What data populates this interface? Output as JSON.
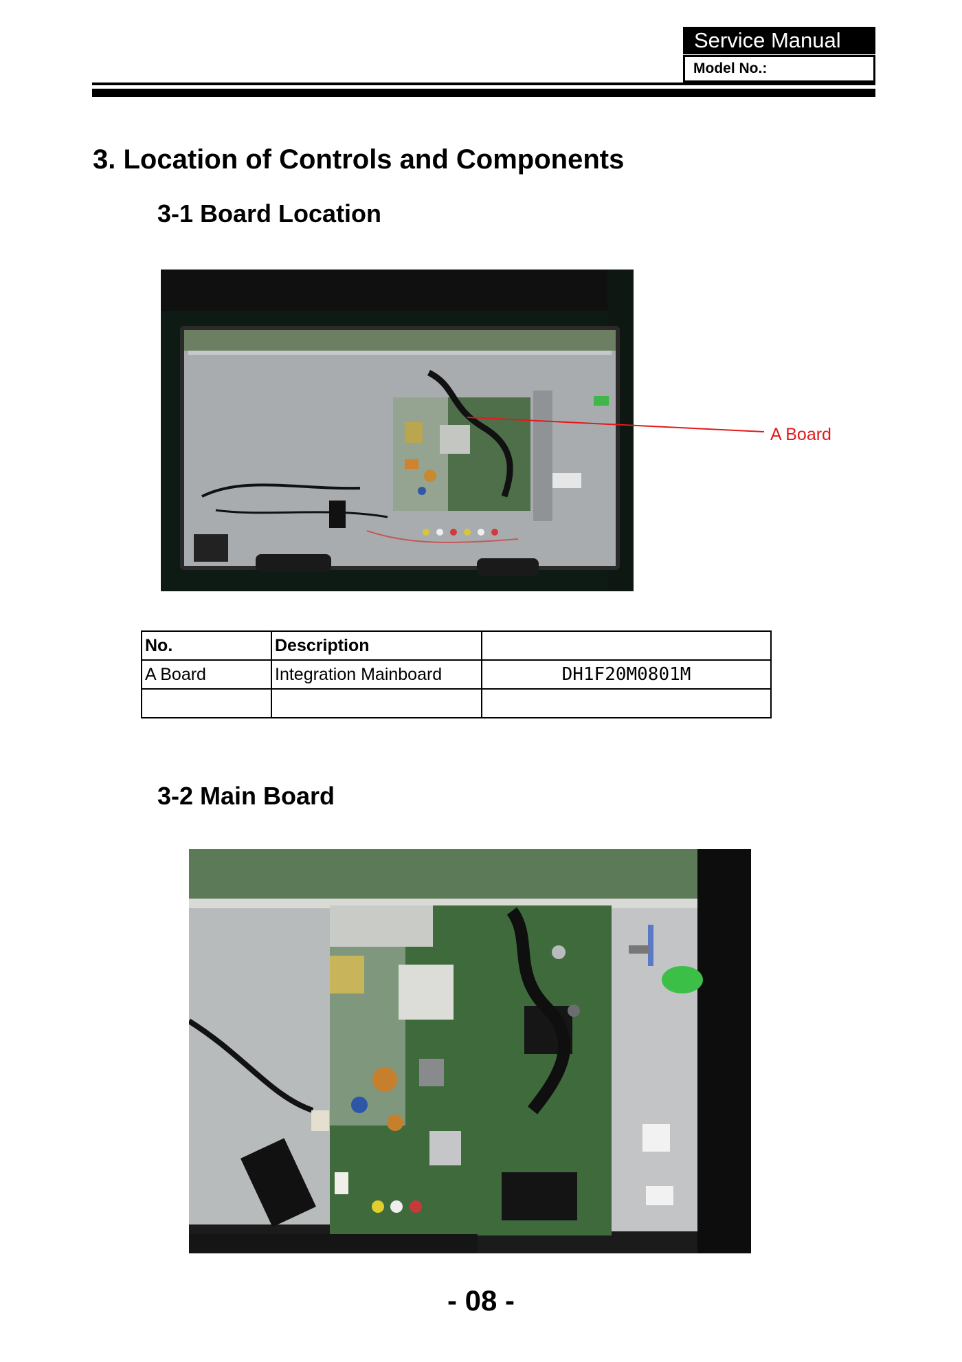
{
  "header": {
    "title": "Service Manual",
    "model_label": "Model No.:"
  },
  "section": {
    "title": "3. Location of Controls and Components"
  },
  "subsections": [
    {
      "title": "3-1 Board Location"
    },
    {
      "title": "3-2 Main  Board"
    }
  ],
  "callout": {
    "label": "A  Board",
    "color": "#e21a1a"
  },
  "table": {
    "headers": [
      "No.",
      "Description",
      ""
    ],
    "rows": [
      [
        "A  Board",
        "Integration Mainboard",
        "DH1F20M0801M"
      ],
      [
        "",
        "",
        ""
      ]
    ]
  },
  "footer": {
    "page_number": "- 08 -"
  }
}
